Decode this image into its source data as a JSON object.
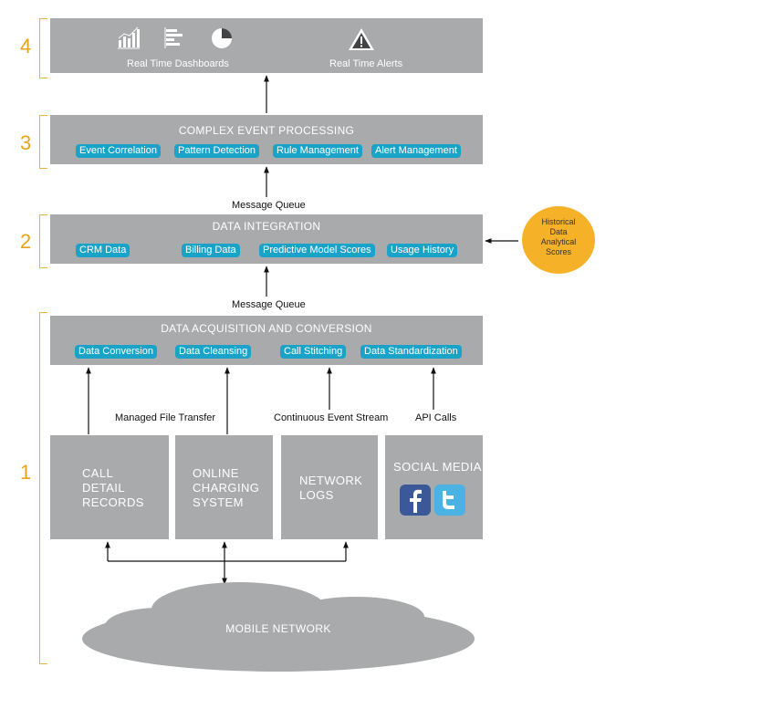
{
  "tiers": {
    "four": {
      "number": "4",
      "dashboards_label": "Real Time Dashboards",
      "alerts_label": "Real Time Alerts"
    },
    "three": {
      "number": "3",
      "title": "COMPLEX EVENT PROCESSING",
      "tags": [
        "Event Correlation",
        "Pattern Detection",
        "Rule Management",
        "Alert Management"
      ]
    },
    "two": {
      "number": "2",
      "title": "DATA INTEGRATION",
      "tags": [
        "CRM Data",
        "Billing Data",
        "Predictive Model Scores",
        "Usage History"
      ]
    },
    "one": {
      "number": "1",
      "title": "DATA ACQUISITION AND CONVERSION",
      "tags": [
        "Data Conversion",
        "Data Cleansing",
        "Call Stitching",
        "Data Standardization"
      ]
    }
  },
  "flows": {
    "queue_upper": "Message Queue",
    "queue_lower": "Message Queue",
    "managed_file_transfer": "Managed File Transfer",
    "continuous_event_stream": "Continuous Event Stream",
    "api_calls": "API Calls"
  },
  "sources": {
    "cdr": [
      "CALL",
      "DETAIL",
      "RECORDS"
    ],
    "ocs": [
      "ONLINE",
      "CHARGING",
      "SYSTEM"
    ],
    "network_logs": [
      "NETWORK",
      "LOGS"
    ],
    "social_media": "SOCIAL MEDIA"
  },
  "historical_badge": [
    "Historical",
    "Data",
    "Analytical",
    "Scores"
  ],
  "mobile_network": "MOBILE NETWORK",
  "icons": {
    "bar_chart": "bar-chart-icon",
    "gantt": "gantt-chart-icon",
    "pie": "pie-chart-icon",
    "warning": "warning-icon",
    "facebook": "facebook-icon",
    "twitter": "twitter-icon"
  },
  "colors": {
    "layer_gray": "#a8aaab",
    "tag_blue": "#1aa3c8",
    "tier_orange": "#e8a21c",
    "badge_orange": "#f5b127",
    "cloud_gray": "#a8aaab"
  }
}
